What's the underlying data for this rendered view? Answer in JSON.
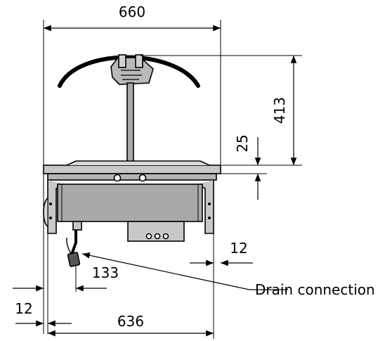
{
  "drawing": {
    "dimensions": {
      "overall_width": "660",
      "base_width": "636",
      "total_height": "413",
      "counter_thickness": "25",
      "right_offset": "12",
      "left_offset": "12",
      "drain_offset": "133"
    },
    "annotations": {
      "drain_label": "Drain connection"
    },
    "colors": {
      "body_gray": "#a9a9a9",
      "counter_gray": "#c8c8c8",
      "line": "#000000",
      "background": "#ffffff"
    }
  }
}
